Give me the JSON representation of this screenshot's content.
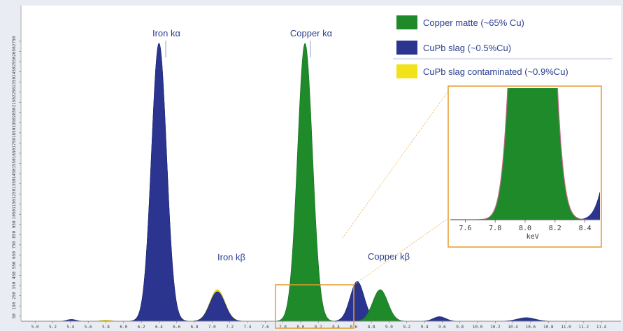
{
  "chart_data": {
    "type": "area",
    "xlabel": "",
    "ylabel": "",
    "xlim": [
      4.8,
      11.6
    ],
    "ylim": [
      0,
      3100
    ],
    "x_ticks": [
      "5.0",
      "5.2",
      "5.4",
      "5.6",
      "5.8",
      "6.0",
      "6.2",
      "6.4",
      "6.6",
      "6.8",
      "7.0",
      "7.2",
      "7.4",
      "7.6",
      "7.8",
      "8.0",
      "8.2",
      "8.4",
      "8.6",
      "8.8",
      "9.0",
      "9.2",
      "9.4",
      "9.6",
      "9.8",
      "10.0",
      "10.2",
      "10.4",
      "10.6",
      "10.8",
      "11.0",
      "11.2",
      "11.4"
    ],
    "y_ticks": [
      "50",
      "150",
      "250",
      "350",
      "450",
      "550",
      "650",
      "750",
      "850",
      "950",
      "1050",
      "1150",
      "1250",
      "1350",
      "1450",
      "1550",
      "1650",
      "1750",
      "1850",
      "1950",
      "2050",
      "2150",
      "2250",
      "2350",
      "2450",
      "2550",
      "2650",
      "2750"
    ],
    "series": [
      {
        "name": "Copper matte (~65% Cu)",
        "color": "#1f8a2a",
        "peaks": [
          {
            "x": 8.05,
            "height": 2730,
            "width": 0.085
          },
          {
            "x": 8.9,
            "height": 310,
            "width": 0.085
          }
        ]
      },
      {
        "name": "CuPb slag (~0.5%Cu)",
        "color": "#2b3590",
        "peaks": [
          {
            "x": 5.41,
            "height": 18,
            "width": 0.05
          },
          {
            "x": 6.4,
            "height": 2730,
            "width": 0.085
          },
          {
            "x": 7.06,
            "height": 290,
            "width": 0.085
          },
          {
            "x": 8.05,
            "height": 12,
            "width": 0.08
          },
          {
            "x": 8.64,
            "height": 390,
            "width": 0.08
          },
          {
            "x": 8.9,
            "height": 8,
            "width": 0.08
          },
          {
            "x": 9.57,
            "height": 45,
            "width": 0.07
          },
          {
            "x": 10.55,
            "height": 35,
            "width": 0.1
          }
        ]
      },
      {
        "name": "CuPb slag contaminated (~0.9%Cu)",
        "color": "#f2e21a",
        "peaks": [
          {
            "x": 5.8,
            "height": 12,
            "width": 0.05
          },
          {
            "x": 7.06,
            "height": 310,
            "width": 0.085
          },
          {
            "x": 8.05,
            "height": 45,
            "width": 0.08
          },
          {
            "x": 8.9,
            "height": 20,
            "width": 0.08
          }
        ]
      }
    ],
    "annotations": [
      {
        "label": "Iron kα",
        "x": 6.4
      },
      {
        "label": "Iron kβ",
        "x": 7.06
      },
      {
        "label": "Copper kα",
        "x": 8.05
      },
      {
        "label": "Copper kβ",
        "x": 8.9
      }
    ],
    "legend_position": "top-right",
    "inset": {
      "xlim": [
        7.5,
        8.5
      ],
      "ylim": [
        0,
        400
      ],
      "xlabel": "keV",
      "x_ticks": [
        "7.6",
        "7.8",
        "8.0",
        "8.2",
        "8.4"
      ]
    }
  }
}
